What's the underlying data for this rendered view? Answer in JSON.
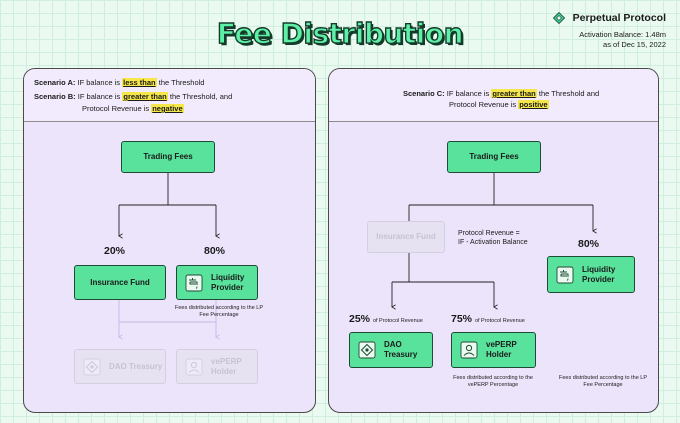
{
  "title": "Fee Distribution",
  "brand": {
    "name": "Perpetual Protocol",
    "activation_balance": "Activation Balance: 1.48m",
    "as_of": "as of Dec 15, 2022"
  },
  "left": {
    "scenario_a": {
      "label": "Scenario A:",
      "pre": "IF balance is",
      "hl": "less than",
      "post": "the Threshold"
    },
    "scenario_b": {
      "label": "Scenario B:",
      "pre": "IF balance is",
      "hl": "greater than",
      "post": "the Threshold, and",
      "line2_pre": "Protocol Revenue is",
      "line2_hl": "negative"
    },
    "trading_fees": "Trading Fees",
    "pct_insurance": "20%",
    "pct_lp": "80%",
    "insurance_fund": "Insurance Fund",
    "liquidity_provider": "Liquidity Provider",
    "lp_note": "Fees distributed according to the LP Fee Percentage",
    "dao_treasury": "DAO Treasury",
    "veperp_holder": "vePERP Holder"
  },
  "right": {
    "scenario_c": {
      "label": "Scenario C:",
      "pre": "IF balance is",
      "hl": "greater than",
      "post": "the Threshold and",
      "line2_pre": "Protocol Revenue is",
      "line2_hl": "positive"
    },
    "trading_fees": "Trading Fees",
    "insurance_fund": "Insurance Fund",
    "protocol_revenue_eq_1": "Protocol Revenue =",
    "protocol_revenue_eq_2": "IF - Activation Balance",
    "pct_lp": "80%",
    "liquidity_provider": "Liquidity Provider",
    "pct_dao": "25%",
    "pct_ve": "75%",
    "of_protocol_revenue": "of Protocol Revenue",
    "dao_treasury": "DAO Treasury",
    "veperp_holder": "vePERP Holder",
    "ve_note": "Fees distributed according to the vePERP Percentage",
    "lp_note": "Fees distributed according to the LP Fee Percentage"
  },
  "colors": {
    "node": "#58e29b",
    "panel": "#ece4fb",
    "highlight": "#f5e64a",
    "title": "#5ff0a8"
  }
}
